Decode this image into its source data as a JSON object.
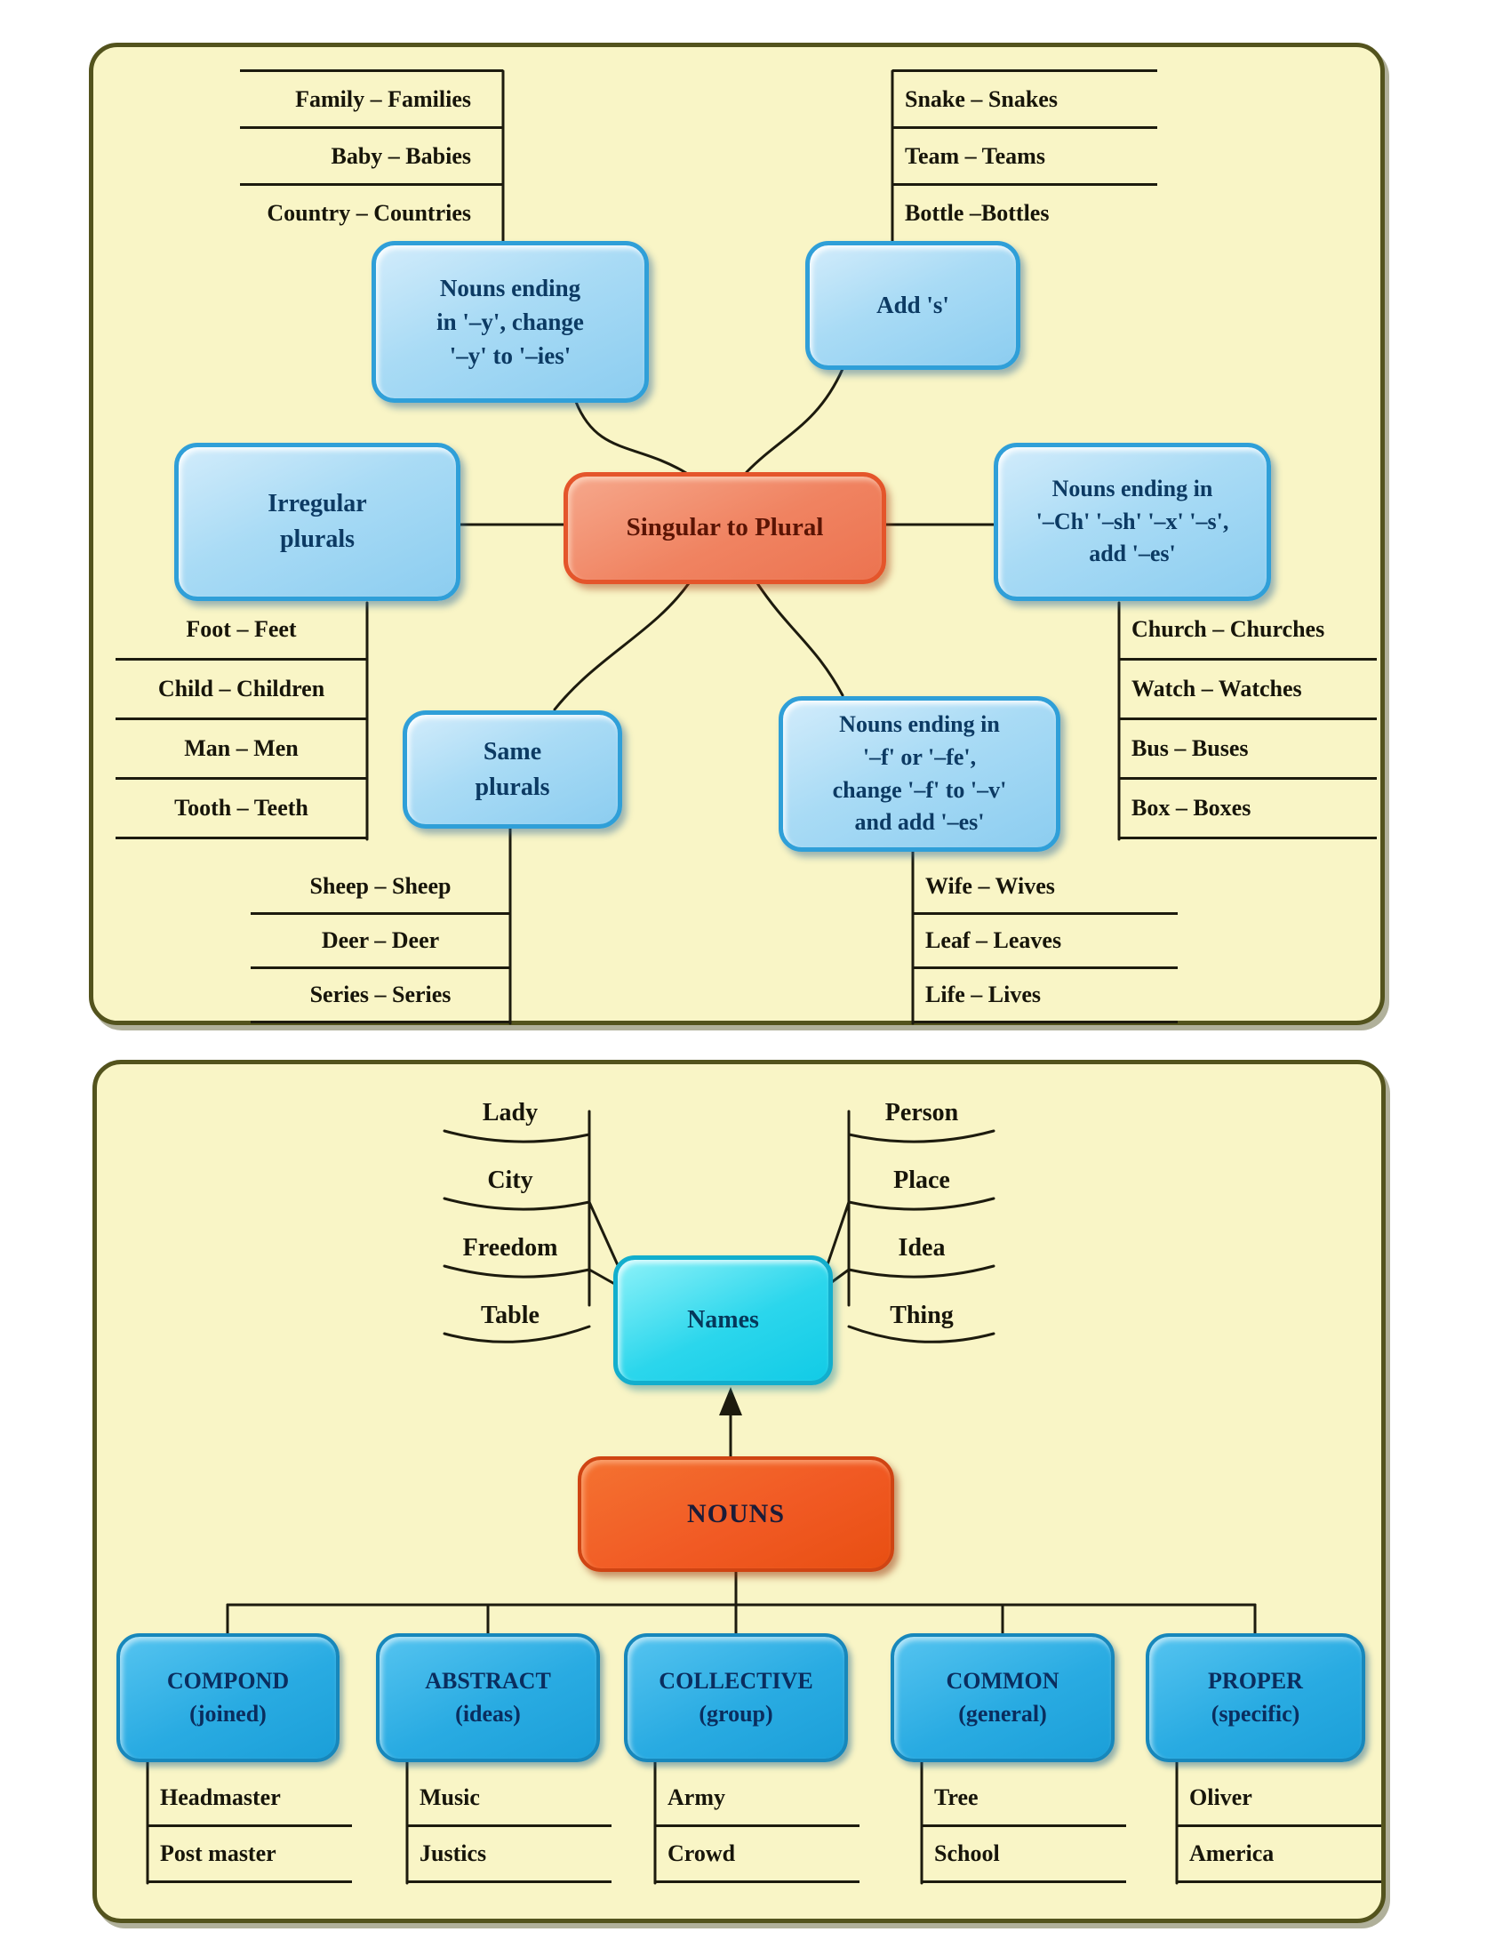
{
  "top": {
    "center": "Singular to Plural",
    "y": {
      "label": "Nouns ending\nin '–y', change\n'–y' to '–ies'",
      "ex": [
        "Family – Families",
        "Baby – Babies",
        "Country – Countries"
      ]
    },
    "adds": {
      "label": "Add 's'",
      "ex": [
        "Snake – Snakes",
        "Team – Teams",
        "Bottle –Bottles"
      ]
    },
    "irr": {
      "label": "Irregular\nplurals",
      "ex": [
        "Foot – Feet",
        "Child – Children",
        "Man – Men",
        "Tooth – Teeth"
      ]
    },
    "chsh": {
      "label": "Nouns ending in\n'–Ch' '–sh' '–x' '–s',\nadd '–es'",
      "ex": [
        "Church – Churches",
        "Watch – Watches",
        "Bus – Buses",
        "Box – Boxes"
      ]
    },
    "same": {
      "label": "Same\nplurals",
      "ex": [
        "Sheep – Sheep",
        "Deer – Deer",
        "Series – Series"
      ]
    },
    "ffe": {
      "label": "Nouns ending in\n'–f' or '–fe',\nchange '–f' to '–v'\nand add '–es'",
      "ex": [
        "Wife – Wives",
        "Leaf – Leaves",
        "Life – Lives"
      ]
    }
  },
  "bottom": {
    "names": "Names",
    "nouns": "NOUNS",
    "left_words": [
      "Lady",
      "City",
      "Freedom",
      "Table"
    ],
    "right_words": [
      "Person",
      "Place",
      "Idea",
      "Thing"
    ],
    "cats": [
      {
        "title": "COMPOND",
        "sub": "(joined)",
        "ex": [
          "Headmaster",
          "Post master"
        ]
      },
      {
        "title": "ABSTRACT",
        "sub": "(ideas)",
        "ex": [
          "Music",
          "Justics"
        ]
      },
      {
        "title": "COLLECTIVE",
        "sub": "(group)",
        "ex": [
          "Army",
          "Crowd"
        ]
      },
      {
        "title": "COMMON",
        "sub": "(general)",
        "ex": [
          "Tree",
          "School"
        ]
      },
      {
        "title": "PROPER",
        "sub": "(specific)",
        "ex": [
          "Oliver",
          "America"
        ]
      }
    ]
  },
  "colors": {
    "panel_bg": "#f9f5c6",
    "panel_border": "#53531d",
    "node_light_blue": "#a9dbf5",
    "node_blue_border": "#2f9fd8",
    "node_salmon": "#f08361",
    "node_cyan": "#2bd6ec",
    "node_orange_red": "#f15a24",
    "category_blue": "#29abe2",
    "line": "#1d1b0e"
  }
}
